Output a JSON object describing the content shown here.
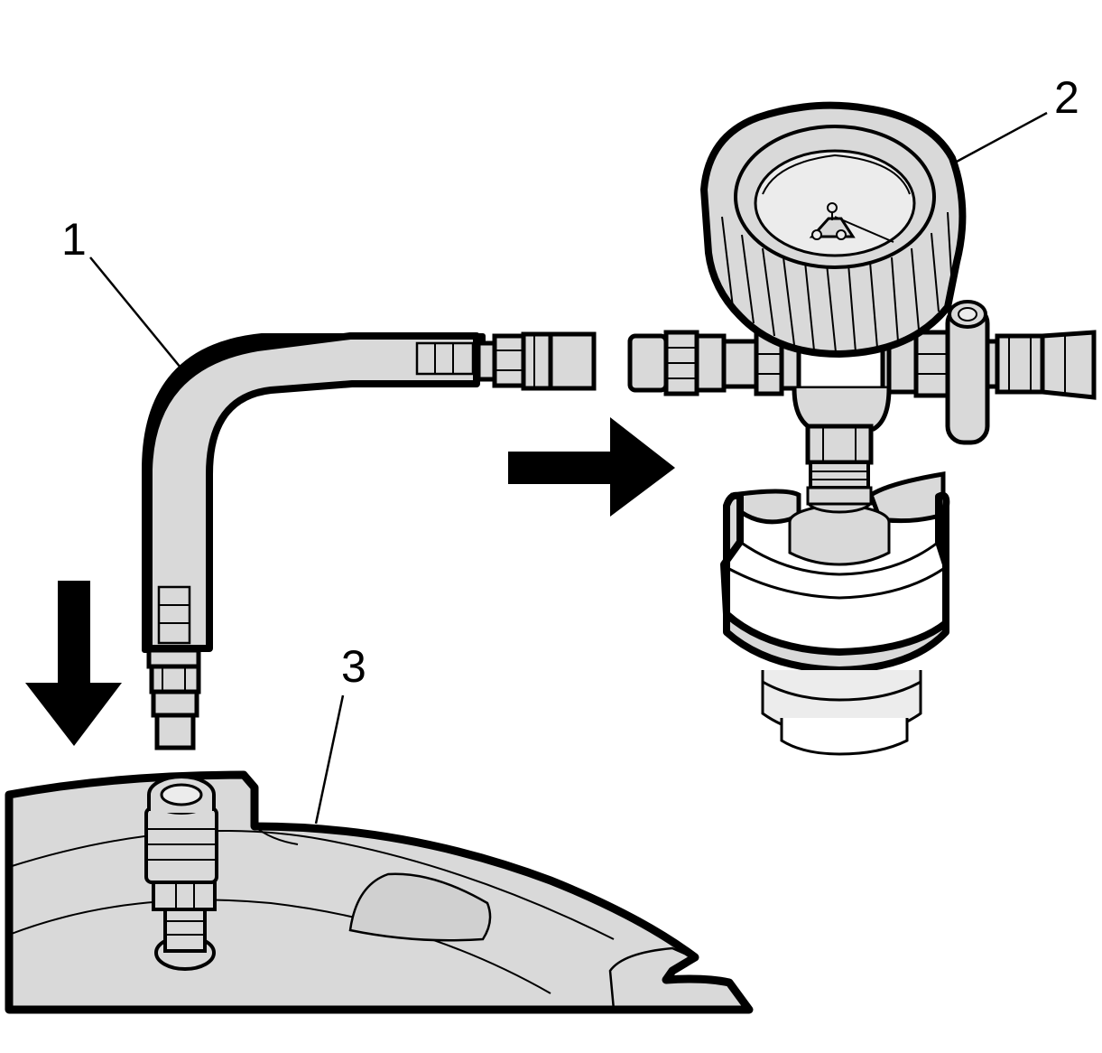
{
  "callouts": [
    {
      "id": "1",
      "label": "1"
    },
    {
      "id": "2",
      "label": "2"
    },
    {
      "id": "3",
      "label": "3"
    }
  ],
  "colors": {
    "fill": "#d9d9d9",
    "fill_light": "#ececec",
    "stroke": "#000000",
    "background": "#ffffff"
  },
  "arrows": [
    {
      "name": "arrow-right",
      "direction": "right"
    },
    {
      "name": "arrow-down",
      "direction": "down"
    }
  ]
}
